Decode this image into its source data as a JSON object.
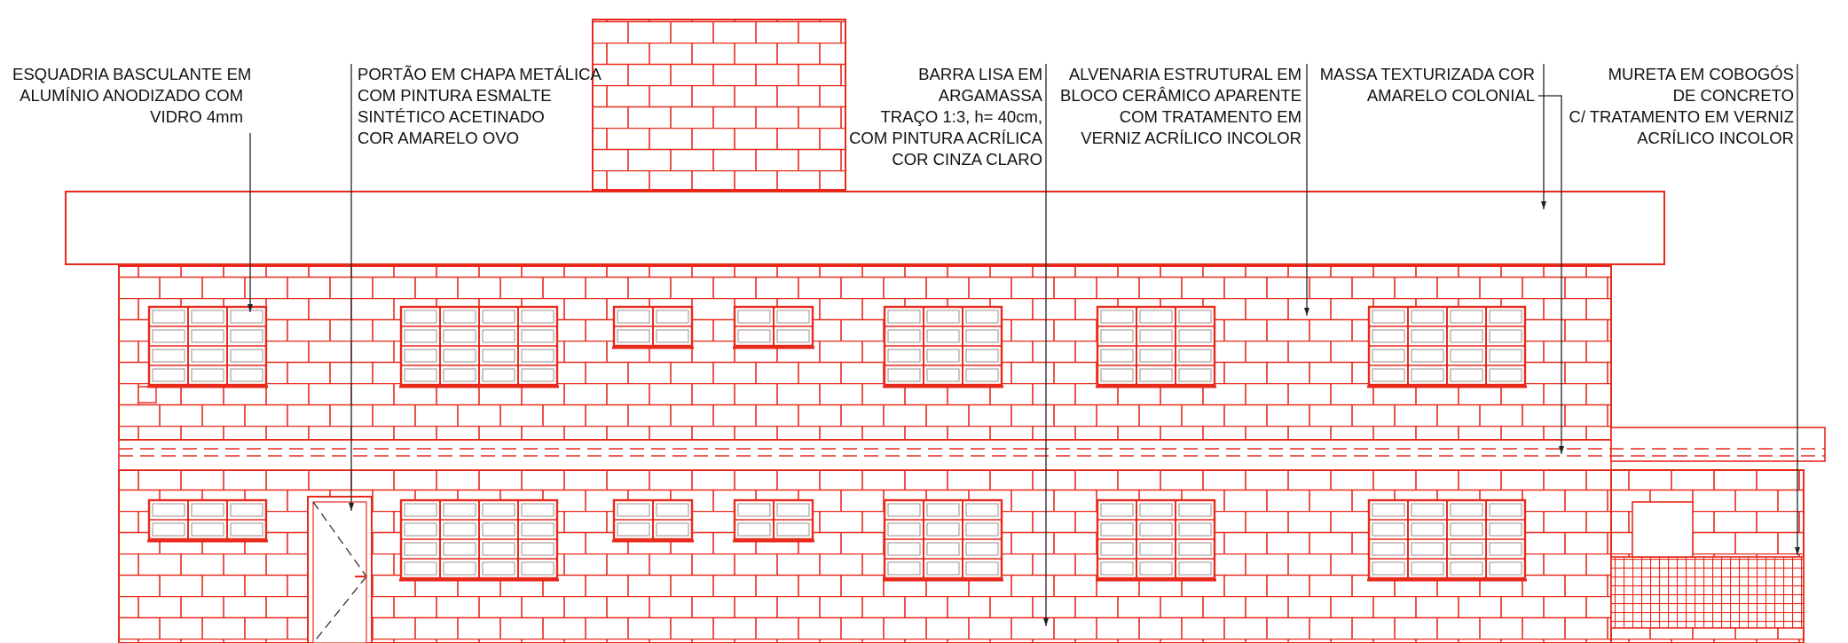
{
  "colors": {
    "brick": "#e8291c",
    "window": "#e8291c",
    "window_inner": "#9a8f8a",
    "leader": "#222222",
    "background": "#ffffff"
  },
  "notes": [
    {
      "id": "esquadria",
      "lines": [
        "ESQUADRIA BASCULANTE EM",
        "ALUMÍNIO ANODIZADO COM",
        "VIDRO 4mm"
      ]
    },
    {
      "id": "portao",
      "lines": [
        "PORTÃO EM CHAPA METÁLICA",
        "COM PINTURA ESMALTE",
        "SINTÉTICO ACETINADO",
        "COR AMARELO OVO"
      ]
    },
    {
      "id": "barra",
      "lines": [
        "BARRA LISA EM",
        "ARGAMASSA",
        "TRAÇO 1:3, h= 40cm,",
        "COM PINTURA ACRÍLICA",
        "COR CINZA CLARO"
      ]
    },
    {
      "id": "alvenaria",
      "lines": [
        "ALVENARIA ESTRUTURAL EM",
        "BLOCO CERÂMICO APARENTE",
        "COM TRATAMENTO EM",
        "VERNIZ ACRÍLICO INCOLOR"
      ]
    },
    {
      "id": "massa",
      "lines": [
        "MASSA TEXTURIZADA COR",
        "AMARELO COLONIAL"
      ]
    },
    {
      "id": "mureta",
      "lines": [
        "MURETA EM COBOGÓS",
        "DE CONCRETO",
        "C/ TRATAMENTO EM VERNIZ",
        "ACRÍLICO INCOLOR"
      ]
    }
  ]
}
